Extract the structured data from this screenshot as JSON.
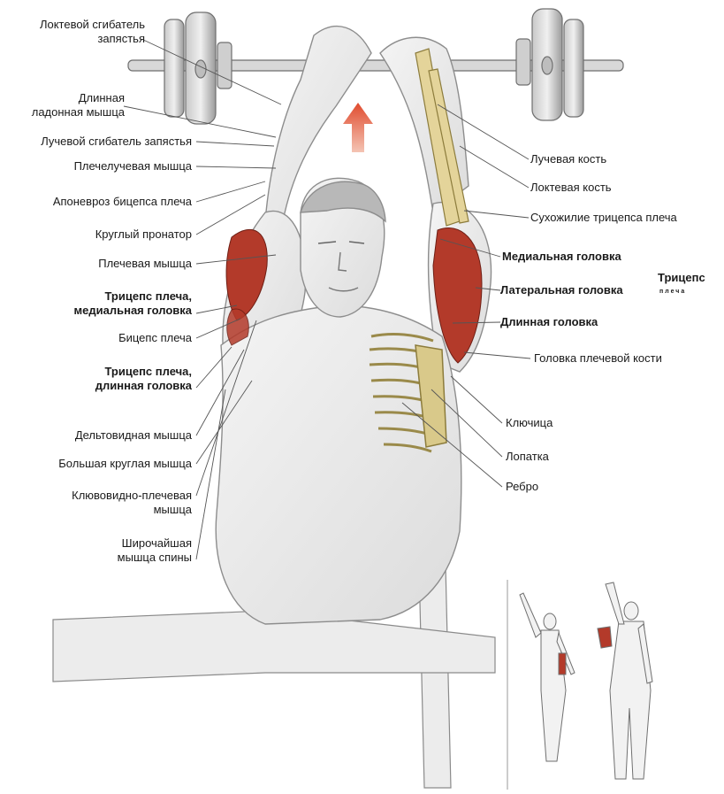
{
  "colors": {
    "muscle_highlight": "#b33a2a",
    "arrow": "#e0563a",
    "leader": "#555555",
    "sketch": "#8d8d8d",
    "bone": "#d9c98a"
  },
  "labels_left": [
    {
      "id": "flexor-carpi-ulnaris",
      "text": "Локтевой сгибатель\nзапястья"
    },
    {
      "id": "palmaris-longus",
      "text": "Длинная\nладонная мышца"
    },
    {
      "id": "flexor-carpi-radialis",
      "text": "Лучевой сгибатель запястья"
    },
    {
      "id": "brachioradialis",
      "text": "Плечелучевая мышца"
    },
    {
      "id": "bicipital-aponeurosis",
      "text": "Апоневроз бицепса плеча"
    },
    {
      "id": "pronator-teres",
      "text": "Круглый пронатор"
    },
    {
      "id": "brachialis",
      "text": "Плечевая мышца"
    },
    {
      "id": "triceps-medial-head",
      "text": "Трицепс плеча,\nмедиальная головка"
    },
    {
      "id": "biceps",
      "text": "Бицепс плеча"
    },
    {
      "id": "triceps-long-head",
      "text": "Трицепс плеча,\nдлинная головка"
    },
    {
      "id": "deltoid",
      "text": "Дельтовидная мышца"
    },
    {
      "id": "teres-major",
      "text": "Большая круглая мышца"
    },
    {
      "id": "coracobrachialis",
      "text": "Клювовидно-плечевая\nмышца"
    },
    {
      "id": "latissimus-dorsi",
      "text": "Широчайшая\nмышца спины"
    }
  ],
  "labels_right": [
    {
      "id": "radius",
      "text": "Лучевая кость"
    },
    {
      "id": "ulna",
      "text": "Локтевая кость"
    },
    {
      "id": "triceps-tendon",
      "text": "Сухожилие трицепса плеча"
    },
    {
      "id": "medial-head",
      "text": "Медиальная головка"
    },
    {
      "id": "lateral-head",
      "text": "Латеральная головка"
    },
    {
      "id": "long-head",
      "text": "Длинная головка"
    },
    {
      "id": "humerus-head",
      "text": "Головка плечевой кости"
    },
    {
      "id": "clavicle",
      "text": "Ключица"
    },
    {
      "id": "scapula",
      "text": "Лопатка"
    },
    {
      "id": "rib",
      "text": "Ребро"
    }
  ],
  "triceps_group": {
    "title": "Трицепс",
    "subtitle": "плеча"
  }
}
